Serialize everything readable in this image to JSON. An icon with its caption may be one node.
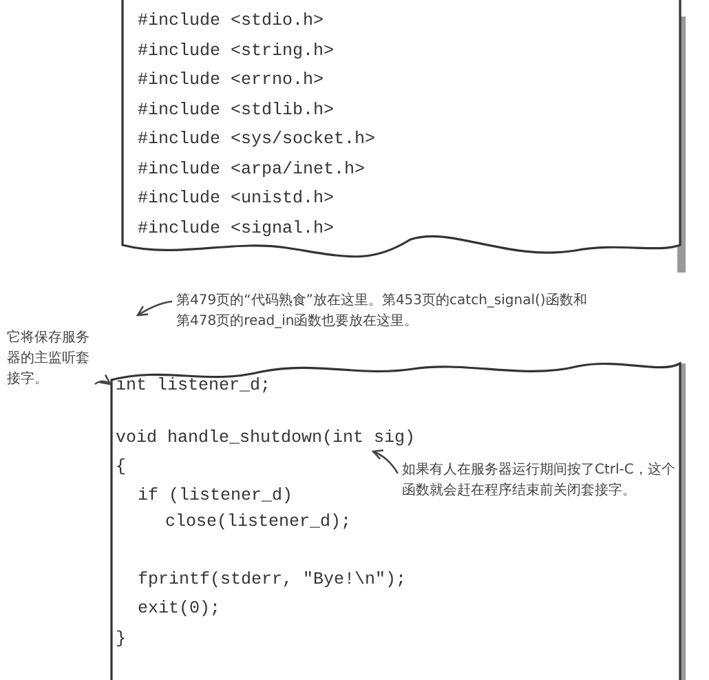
{
  "diagram": {
    "nodes": [
      {
        "text": [
          "#include <stdio.h>",
          "#include <string.h>",
          "#include <errno.h>",
          "#include <stdlib.h>",
          "#include <sys/socket.h>",
          "#include <arpa/inet.h>",
          "#include <unistd.h>",
          "#include <signal.h>"
        ]
      },
      {
        "text": [
          "第479页的“代码熟食”放在这里。第453页的catch_signal()函数和第478页的read_in函数也要放在这里。"
        ]
      },
      {
        "text": [
          "它将保存服务器的主监听套接字。"
        ]
      },
      {
        "text": [
          "int listener_d;",
          "void handle_shutdown(int sig)",
          "{",
          "if (listener_d)",
          "close(listener_d);",
          "fprintf(stderr, \"Bye!\\n\");",
          "exit(0);",
          "}"
        ]
      },
      {
        "text": [
          "如果有人在服务器运行期间按了Ctrl-C，这个函数就会赶在程序结束前关闭套接字。"
        ],
        "in": 3
      }
    ],
    "edges": [
      {
        "from": 1,
        "to": null,
        "arrow": "to"
      },
      {
        "from": 2,
        "to": 3,
        "arrow": "to"
      },
      {
        "from": 4,
        "to": null,
        "arrow": "to"
      }
    ]
  }
}
